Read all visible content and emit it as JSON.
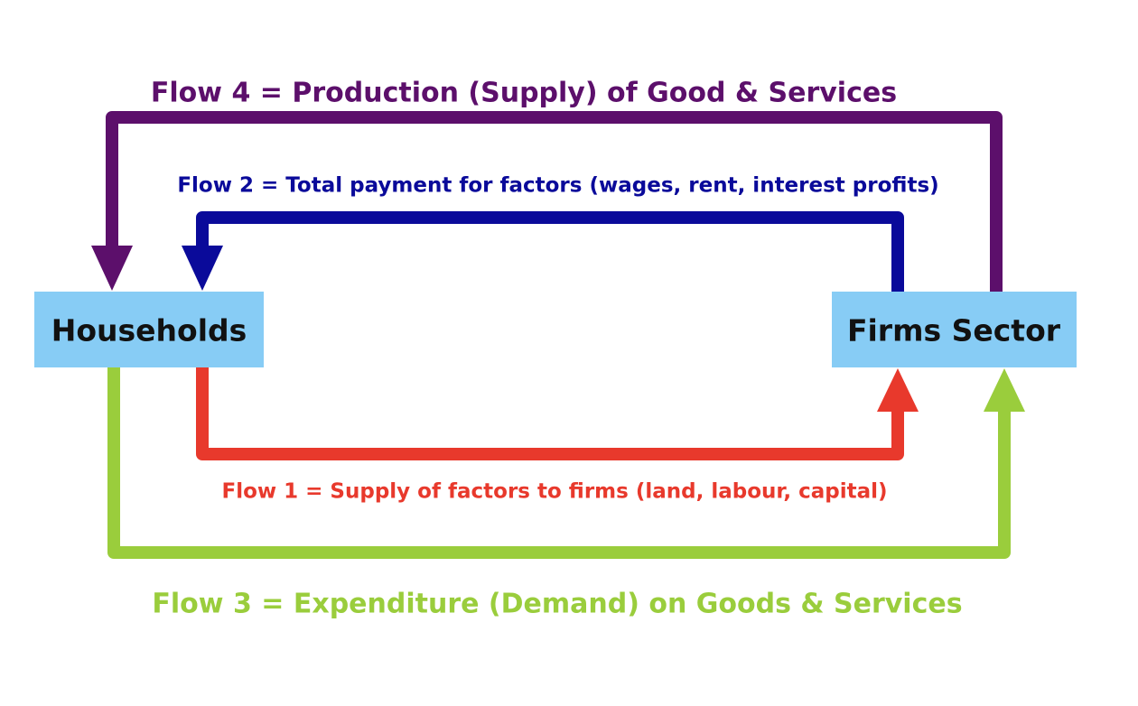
{
  "colors": {
    "background": "#ffffff",
    "node_fill": "#87ccf5",
    "node_text": "#111111",
    "flow1": "#e8392c",
    "flow2": "#0a0a9a",
    "flow3": "#9acd3c",
    "flow4": "#5c0f6b"
  },
  "nodes": {
    "households": "Households",
    "firms": "Firms Sector"
  },
  "flows": {
    "flow1": "Flow 1 = Supply of factors to firms (land, labour, capital)",
    "flow2": "Flow 2 = Total payment for factors (wages, rent, interest profits)",
    "flow3": "Flow 3 = Expenditure (Demand) on Goods & Services",
    "flow4": "Flow 4 = Production (Supply) of Good & Services"
  }
}
